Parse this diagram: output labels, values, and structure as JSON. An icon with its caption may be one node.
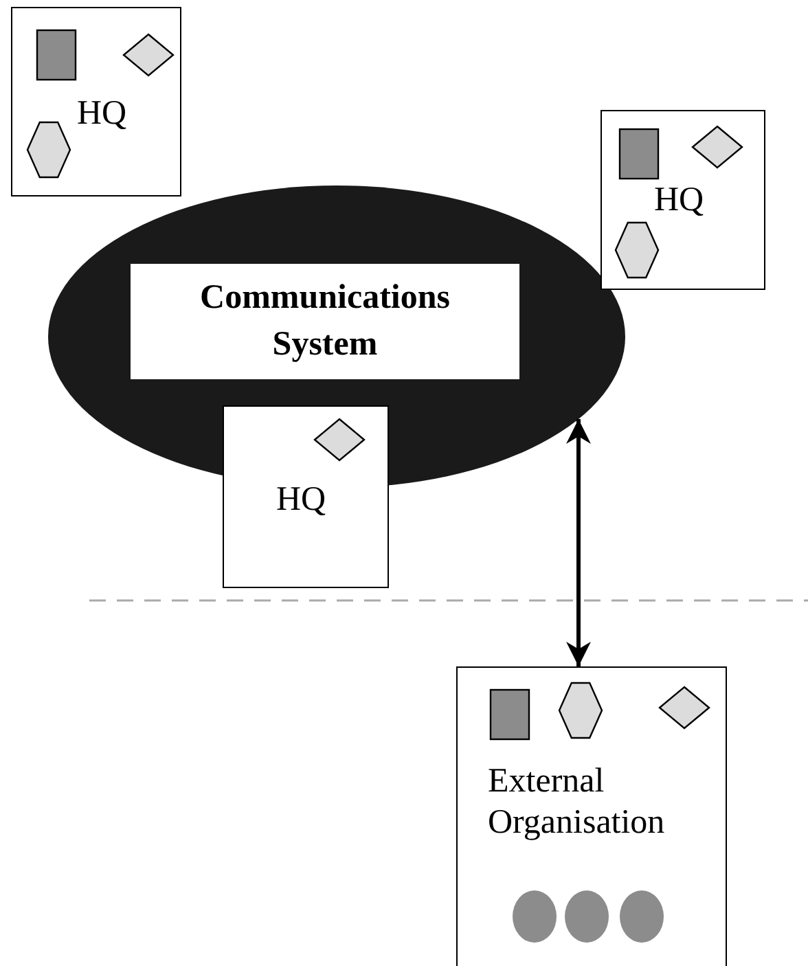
{
  "diagram": {
    "nodes": [
      {
        "text": [
          "Communications System"
        ]
      },
      {
        "text": [
          "HQ"
        ]
      },
      {
        "text": [
          "HQ"
        ]
      },
      {
        "text": [
          "HQ"
        ]
      },
      {
        "text": [
          "External Organisation"
        ]
      }
    ],
    "edges": [
      {
        "from": 0,
        "to": 4,
        "arrow": "both"
      }
    ]
  }
}
